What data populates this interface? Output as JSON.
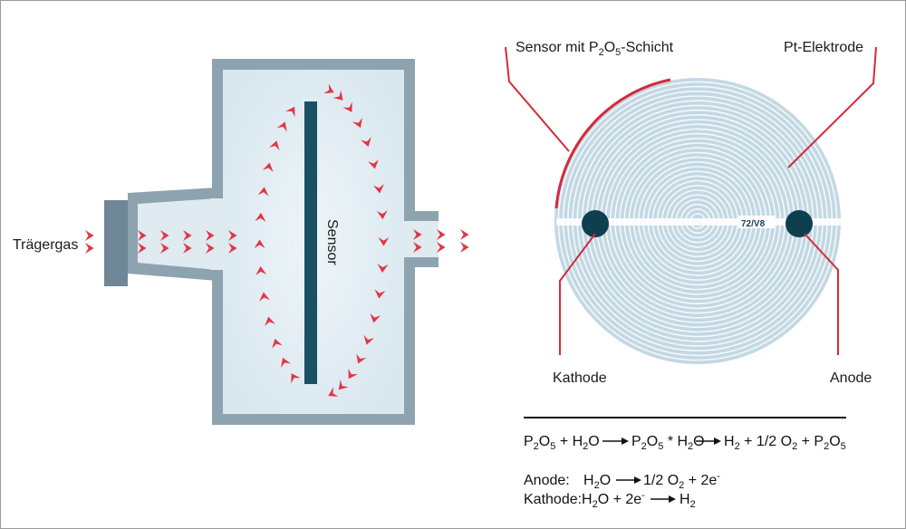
{
  "left_diagram": {
    "carrier_gas_label": "Trägergas",
    "sensor_label": "Sensor"
  },
  "right_diagram": {
    "sensor_layer_label": {
      "prefix": "Sensor mit P",
      "sub1": "2",
      "mid": "O",
      "sub2": "5",
      "suffix": "-Schicht"
    },
    "electrode_label": "Pt-Elektrode",
    "cathode_label": "Kathode",
    "anode_label": "Anode",
    "chip_id": "72/V8"
  },
  "equations": {
    "main": {
      "p1": "P",
      "p1s": "2",
      "p2": "O",
      "p2s": "5",
      "plus1": " + H",
      "h2s": "2",
      "o1": "O",
      "r1": "P",
      "r1s": "2",
      "r2": "O",
      "r2s": "5",
      "r3": " * H",
      "r3s": "2",
      "r4": "O",
      "f1": "H",
      "f1s": "2",
      "f2": " + 1/2 O",
      "f2s": "2",
      "f3": " + P",
      "f3s": "2",
      "f4": "O",
      "f4s": "5"
    },
    "anode": {
      "label": "Anode:",
      "l1": "H",
      "l1s": "2",
      "l2": "O",
      "r1": "1/2 O",
      "r1s": "2",
      "r2": " + 2e",
      "r2sup": "-"
    },
    "kathode": {
      "label": "Kathode:",
      "l1": "H",
      "l1s": "2",
      "l2": "O + 2e",
      "l2sup": "-",
      "r1": "H",
      "r1s": "2"
    }
  }
}
